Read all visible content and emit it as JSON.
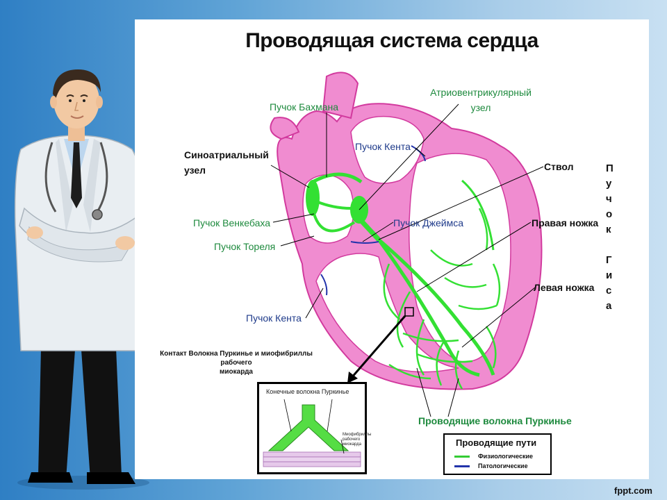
{
  "title": "Проводящая система сердца",
  "labels": {
    "av_node": "Атриовентрикулярный узел",
    "av_node_line1": "Атриовентрикулярный",
    "av_node_line2": "узел",
    "bachmann": "Пучок Бахмана",
    "kent_top": "Пучок Кента",
    "sa_node_line1": "Синоатриальный",
    "sa_node_line2": "узел",
    "trunk": "Ствол",
    "wenckebach": "Пучок Венкебаха",
    "james": "Пучок Джеймса",
    "right_branch": "Правая ножка",
    "thorel": "Пучок Тореля",
    "left_branch": "Левая ножка",
    "kent_bottom": "Пучок Кента",
    "purkinje": "Проводящие волокна Пуркинье"
  },
  "his_bundle_vertical": [
    "П",
    "у",
    "ч",
    "о",
    "к",
    "",
    "Г",
    "и",
    "с",
    "а"
  ],
  "contact_note_line1": "Контакт Волокна Пуркинье и миофибриллы рабочего",
  "contact_note_line2": "миокарда",
  "inset": {
    "caption": "Конечные волокна Пуркинье",
    "small_label": "Миофибриллы рабочего миокарда"
  },
  "legend": {
    "title": "Проводящие пути",
    "items": [
      {
        "label": "Физиологические",
        "color": "#33cc33"
      },
      {
        "label": "Патологические",
        "color": "#2233aa"
      }
    ]
  },
  "brand": "fppt.com",
  "colors": {
    "heart_wall": "#f08cd0",
    "heart_outline": "#d23a9e",
    "conduction_green": "#33e033",
    "pathological_blue": "#2233aa"
  }
}
